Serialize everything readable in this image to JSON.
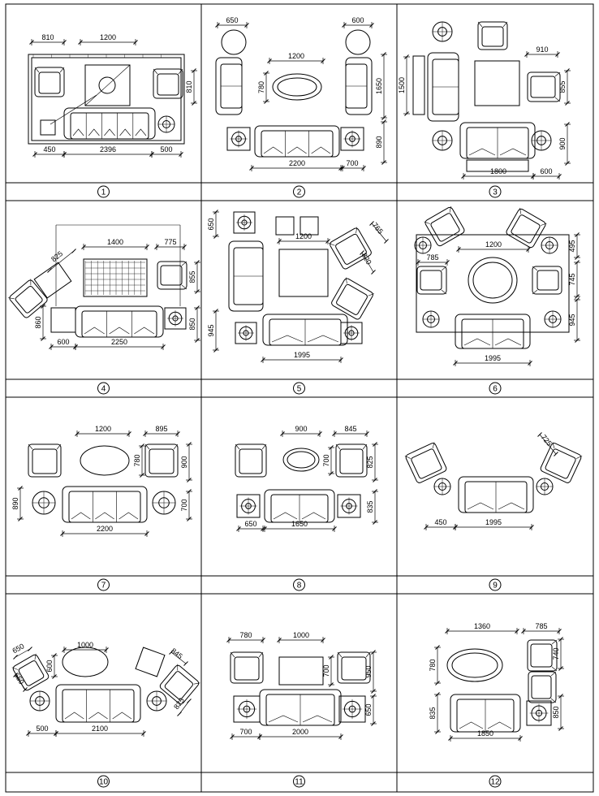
{
  "panels": [
    {
      "number": "1",
      "dims": [
        "810",
        "1200",
        "810",
        "450",
        "2396",
        "500"
      ]
    },
    {
      "number": "2",
      "dims": [
        "650",
        "600",
        "1200",
        "780",
        "1650",
        "890",
        "2200",
        "700"
      ]
    },
    {
      "number": "3",
      "dims": [
        "910",
        "1500",
        "855",
        "900",
        "1800",
        "600"
      ]
    },
    {
      "number": "4",
      "dims": [
        "1400",
        "775",
        "825",
        "855",
        "860",
        "850",
        "600",
        "2250"
      ]
    },
    {
      "number": "5",
      "dims": [
        "650",
        "1200",
        "765",
        "820",
        "945",
        "1995"
      ]
    },
    {
      "number": "6",
      "dims": [
        "1200",
        "495",
        "785",
        "745",
        "945",
        "1995"
      ]
    },
    {
      "number": "7",
      "dims": [
        "1200",
        "895",
        "780",
        "900",
        "890",
        "700",
        "2200"
      ]
    },
    {
      "number": "8",
      "dims": [
        "900",
        "845",
        "700",
        "825",
        "835",
        "650",
        "1650"
      ]
    },
    {
      "number": "9",
      "dims": [
        "725",
        "450",
        "1995"
      ]
    },
    {
      "number": "10",
      "dims": [
        "1000",
        "650",
        "600",
        "845",
        "650",
        "825",
        "500",
        "2100"
      ]
    },
    {
      "number": "11",
      "dims": [
        "780",
        "1000",
        "700",
        "950",
        "650",
        "700",
        "2000"
      ]
    },
    {
      "number": "12",
      "dims": [
        "1360",
        "785",
        "780",
        "740",
        "835",
        "850",
        "1850"
      ]
    }
  ]
}
